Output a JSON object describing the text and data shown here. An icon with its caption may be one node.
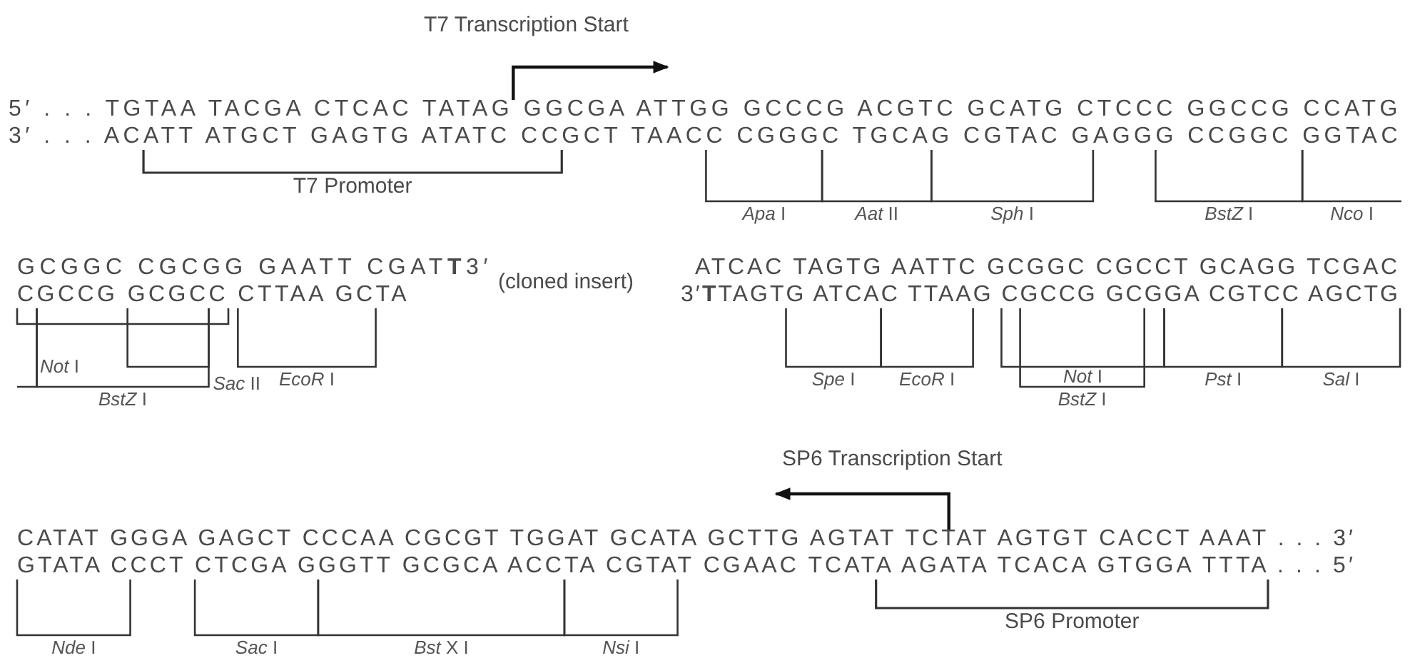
{
  "diagram": {
    "labels": [
      "T7 Transcription Start",
      "5′ . . . TGTAA TACGA CTCAC TATAG GGCGA ATTGG GCCCG ACGTC GCATG CTCCC GGCCG CCATG",
      "3′ . . . ACATT ATGCT GAGTG ATATC CCGCT TAACC CGGGC TGCAG CGTAC GAGGG CCGGC GGTAC",
      "T7 Promoter",
      "*Apa* I",
      "*Aat* II",
      "*Sph* I",
      "*BstZ* I",
      "*Nco* I",
      "GCGGC CGCGG GAATT CGAT**T**3′",
      "CGCCG GCGCC CTTAA GCTA",
      "(cloned insert)",
      "ATCAC TAGTG AATTC GCGGC CGCCT GCAGG TCGAC",
      "3′**T**TAGTG ATCAC TTAAG CGCCG GCGGA CGTCC AGCTG",
      "*Not* I",
      "*Sac* II",
      "*EcoR* I",
      "*Spe* I",
      "*EcoR* I",
      "*Not* I",
      "*Pst* I",
      "*Sal* I",
      "*BstZ* I",
      "*BstZ* I",
      "SP6 Transcription Start",
      "CATAT GGGA GAGCT CCCAA CGCGT TGGAT GCATA GCTTG AGTAT TCTAT AGTGT CACCT AAAT . . . 3′",
      "GTATA CCCT CTCGA GGGTT GCGCA ACCTA CGTAT CGAAC TCATA AGATA TCACA GTGGA TTTA . . . 5′",
      "SP6 Promoter",
      "*Nde* I",
      "*Sac* I",
      "*Bst* X I",
      "*Nsi* I"
    ]
  }
}
